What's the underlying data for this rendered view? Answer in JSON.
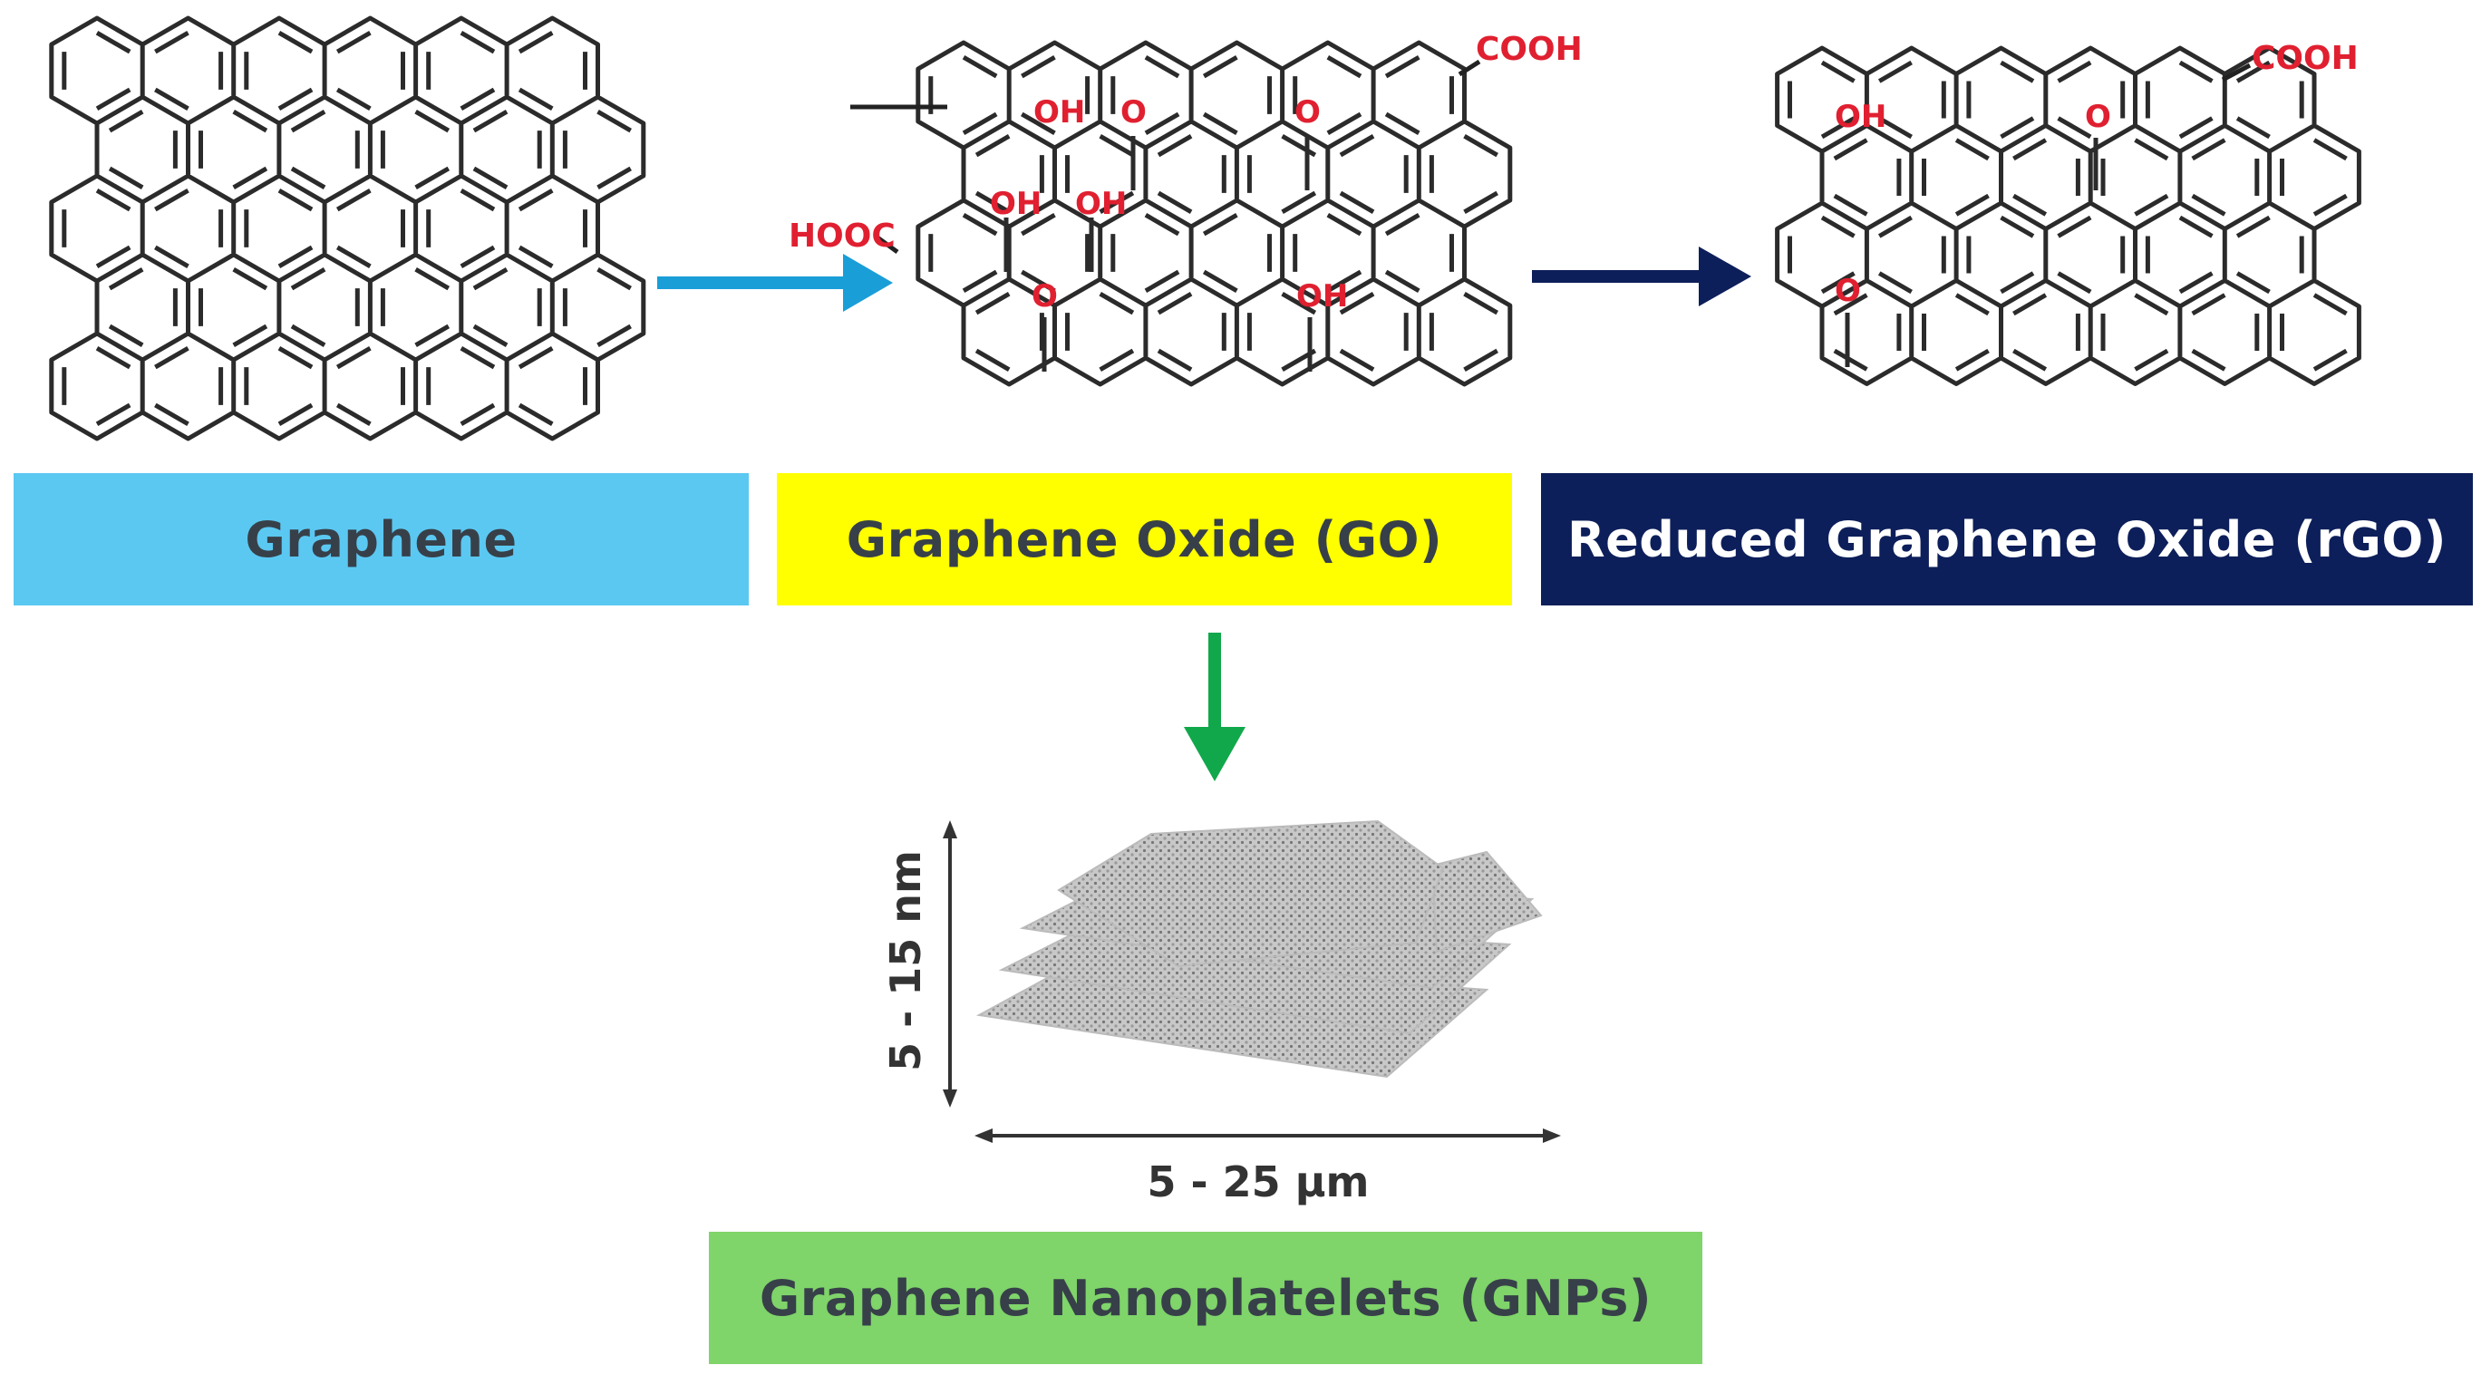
{
  "stages": {
    "graphene": {
      "label": "Graphene",
      "bg": "#5bc8f2",
      "fg": "#374049"
    },
    "go": {
      "label": "Graphene  Oxide (GO)",
      "bg": "#ffff00",
      "fg": "#374049"
    },
    "rgo": {
      "label": "Reduced Graphene  Oxide (rGO)",
      "bg": "#0d1f5a",
      "fg": "#ffffff"
    },
    "gnp": {
      "label": "Graphene  Nanoplatelets  (GNPs)",
      "bg": "#7fd46a",
      "fg": "#374049"
    }
  },
  "arrows": {
    "graphene_to_go": "#1a9ed8",
    "go_to_rgo": "#0d1f5a",
    "go_to_gnp": "#10a84b"
  },
  "groups": {
    "cooh": "COOH",
    "hooc": "HOOC",
    "oh": "OH",
    "epoxy": "O",
    "color": "#e02030"
  },
  "dimensions": {
    "thickness": "5 - 15 nm",
    "width": "5 - 25 µm"
  }
}
